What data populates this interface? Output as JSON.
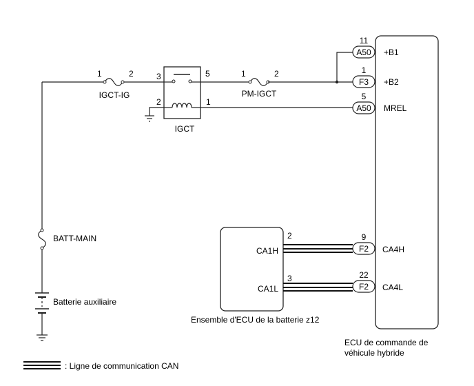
{
  "components": {
    "ecu_hv": {
      "label_line1": "ECU de commande de",
      "label_line2": "véhicule hybride"
    },
    "battery_ecu": {
      "label": "Ensemble d'ECU de la batterie z12",
      "pin_ca1h": "CA1H",
      "pin_ca1l": "CA1L"
    },
    "relay": {
      "label": "IGCT",
      "pin3": "3",
      "pin5": "5",
      "pin2": "2",
      "pin1": "1"
    },
    "fuse_igct_ig": {
      "label": "IGCT-IG",
      "pin1": "1",
      "pin2": "2"
    },
    "fuse_pm_igct": {
      "label": "PM-IGCT",
      "pin1": "1",
      "pin2": "2"
    },
    "fuse_batt_main": {
      "label": "BATT-MAIN"
    },
    "aux_battery": {
      "label": "Batterie auxiliaire"
    }
  },
  "ecu_pins": [
    {
      "num": "11",
      "connector": "A50",
      "signal": "+B1"
    },
    {
      "num": "1",
      "connector": "F3",
      "signal": "+B2"
    },
    {
      "num": "5",
      "connector": "A50",
      "signal": "MREL"
    },
    {
      "num": "9",
      "connector": "F2",
      "signal": "CA4H"
    },
    {
      "num": "22",
      "connector": "F2",
      "signal": "CA4L"
    }
  ],
  "battery_pins": {
    "ca1h_num": "2",
    "ca1l_num": "3"
  },
  "legend": {
    "text": ": Ligne de communication CAN"
  }
}
